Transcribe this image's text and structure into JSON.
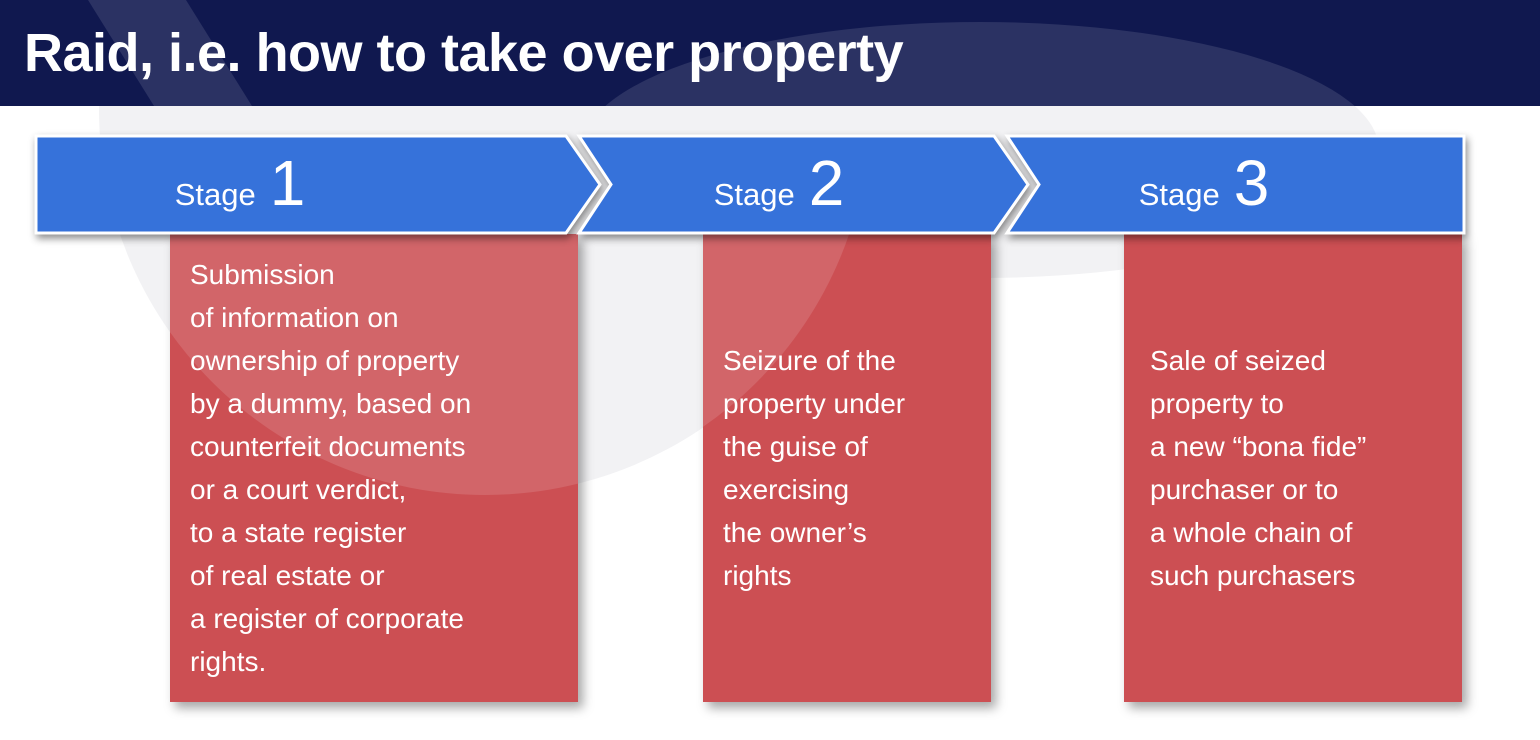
{
  "header": {
    "title": "Raid, i.e. how to take over property"
  },
  "stages": [
    {
      "label": "Stage",
      "number": "1",
      "description": "Submission\nof information on\nownership of property\nby a dummy, based on\ncounterfeit documents\nor a court verdict,\nto a state register\nof real estate or\na register of corporate\nrights."
    },
    {
      "label": "Stage",
      "number": "2",
      "description": "Seizure of the\nproperty under\nthe guise of\nexercising\nthe owner’s\nrights"
    },
    {
      "label": "Stage",
      "number": "3",
      "description": "Sale of seized\nproperty to\na new “bona fide”\npurchaser or to\na whole chain of\nsuch purchasers"
    }
  ],
  "colors": {
    "header_bg": "#10184f",
    "header_watermark": "#2b3263",
    "banner_blue": "#3672da",
    "box_red": "#cc4f53",
    "watermark_gray": "#f2f2f4",
    "text": "#ffffff"
  }
}
